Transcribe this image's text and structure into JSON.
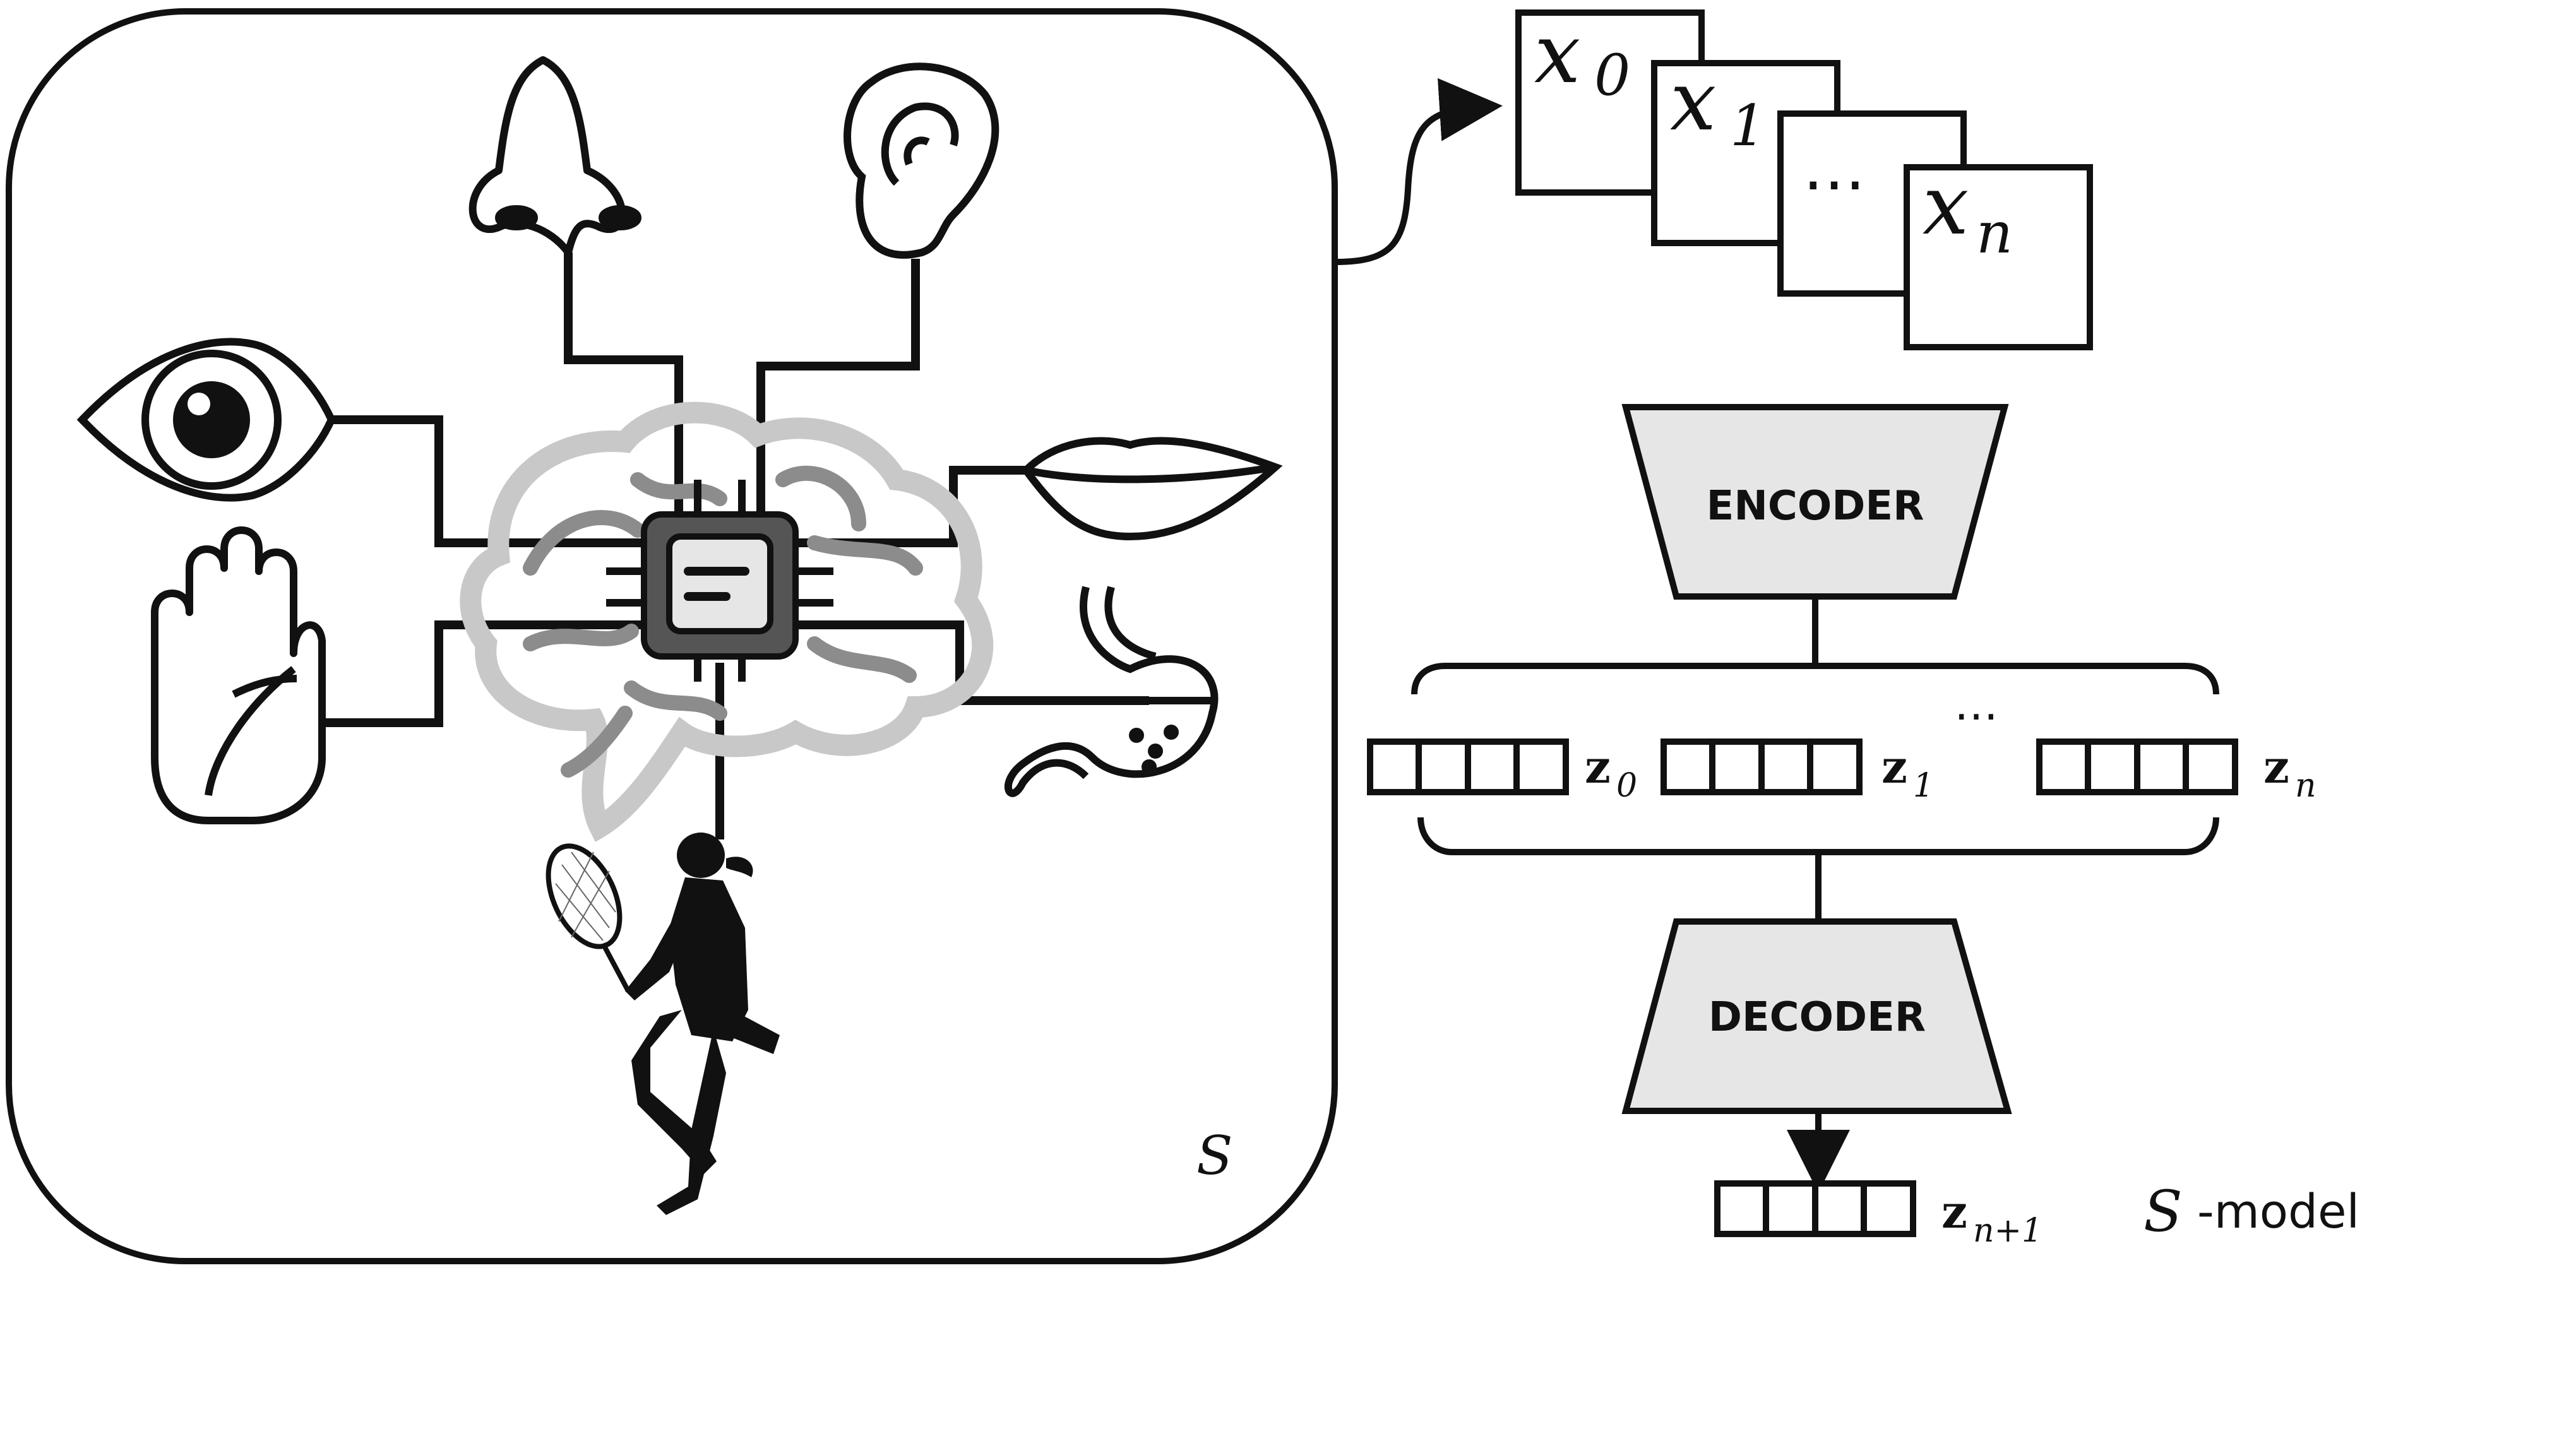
{
  "left_panel": {
    "label": "S",
    "senses": [
      "nose-icon",
      "ear-icon",
      "eye-icon",
      "mouth-icon",
      "hand-icon",
      "stomach-icon",
      "brain-icon",
      "chip-icon",
      "tennis-player-icon"
    ]
  },
  "frames": [
    {
      "base": "x",
      "sub": "0"
    },
    {
      "base": "x",
      "sub": "1"
    },
    {
      "base": "…",
      "sub": ""
    },
    {
      "base": "x",
      "sub": "n"
    }
  ],
  "encoder": {
    "label": "ENCODER"
  },
  "decoder": {
    "label": "DECODER"
  },
  "latents": [
    {
      "base": "z",
      "sub": "0"
    },
    {
      "base": "z",
      "sub": "1"
    },
    {
      "base": "z",
      "sub": "n"
    }
  ],
  "latent_ellipsis": "…",
  "output": {
    "base": "z",
    "sub": "n+1"
  },
  "model_caption": {
    "symbol": "S",
    "text": "-model"
  },
  "colors": {
    "block_fill": "#e6e6e6",
    "stroke": "#111111",
    "brain_outer": "#c8c8c8",
    "brain_inner": "#8c8c8c"
  }
}
